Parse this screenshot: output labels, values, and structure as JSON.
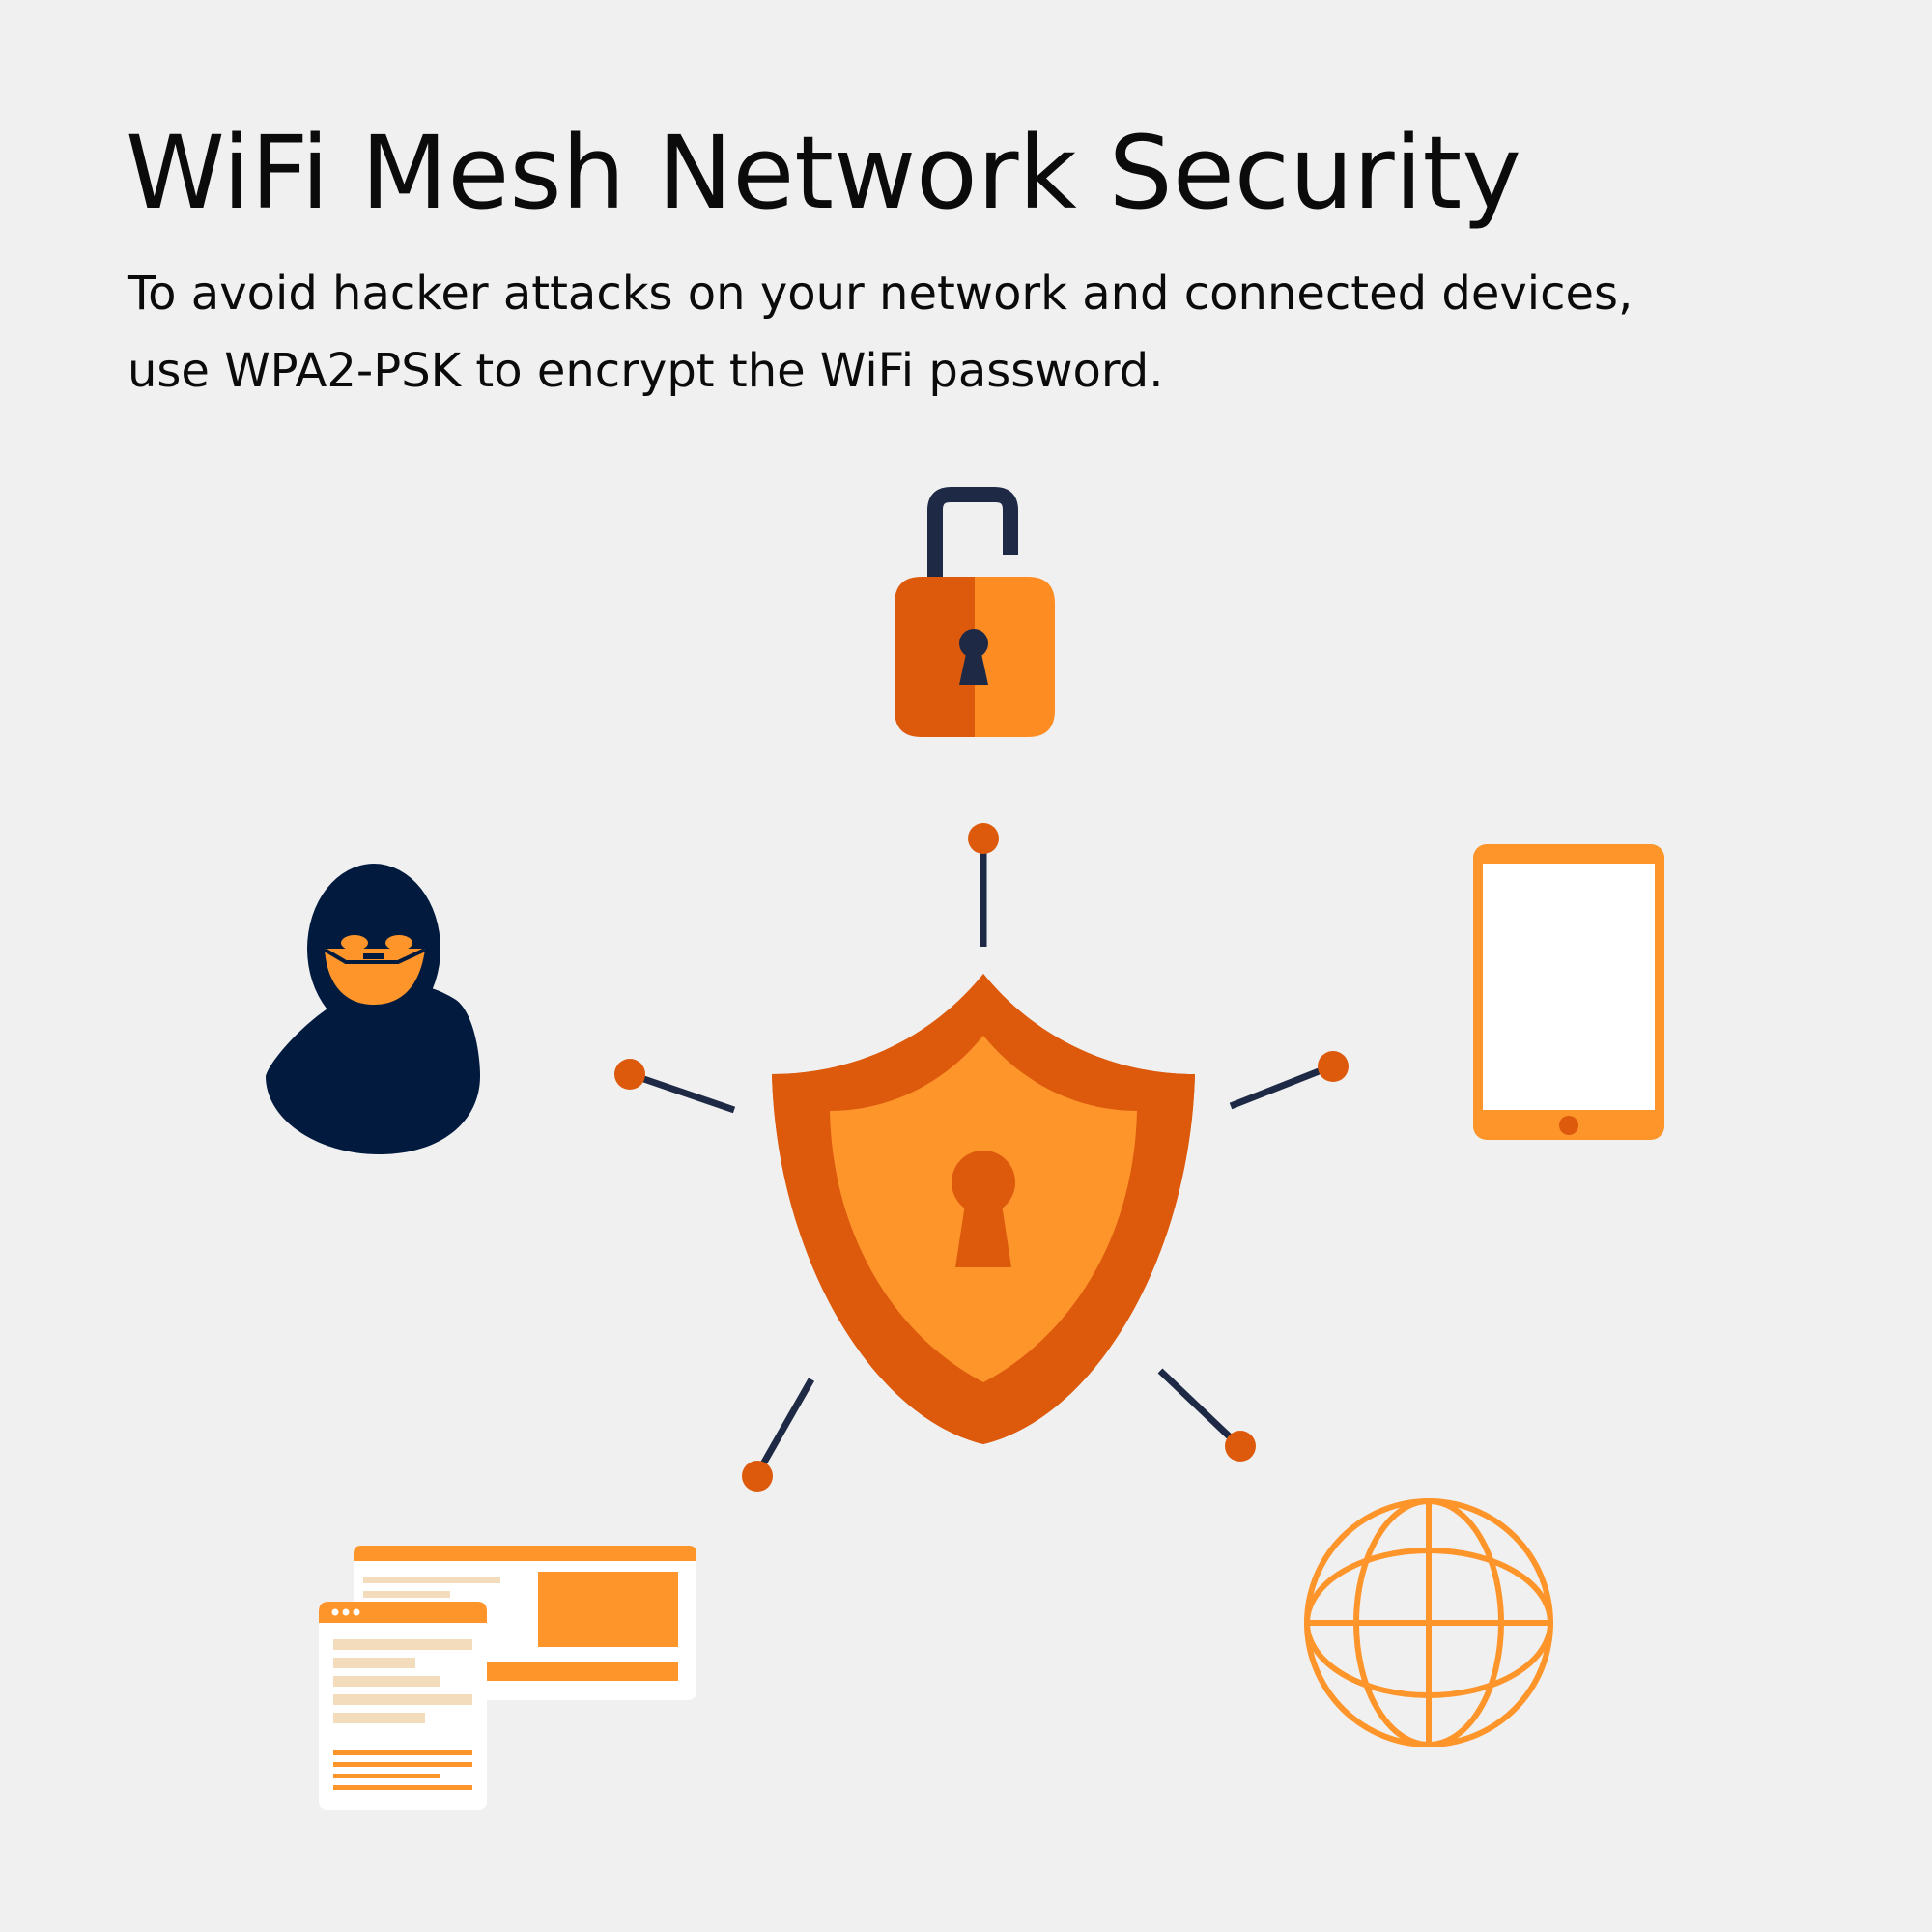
{
  "header": {
    "title": "WiFi Mesh Network Security",
    "subtitle_lines": [
      "To avoid hacker attacks on your network and connected devices,",
      "use WPA2-PSK to encrypt the WiFi password."
    ]
  },
  "colors": {
    "background": "#f0f0f0",
    "orange_dark": "#dd5a0d",
    "orange_light": "#fd952b",
    "navy": "#011a3e",
    "connector_line": "#1e2a45",
    "white": "#ffffff",
    "text_line_light": "#f2dcbc"
  },
  "icons": [
    "shield-keyhole-icon",
    "padlock-icon",
    "hacker-icon",
    "tablet-icon",
    "browser-windows-icon",
    "globe-icon"
  ]
}
